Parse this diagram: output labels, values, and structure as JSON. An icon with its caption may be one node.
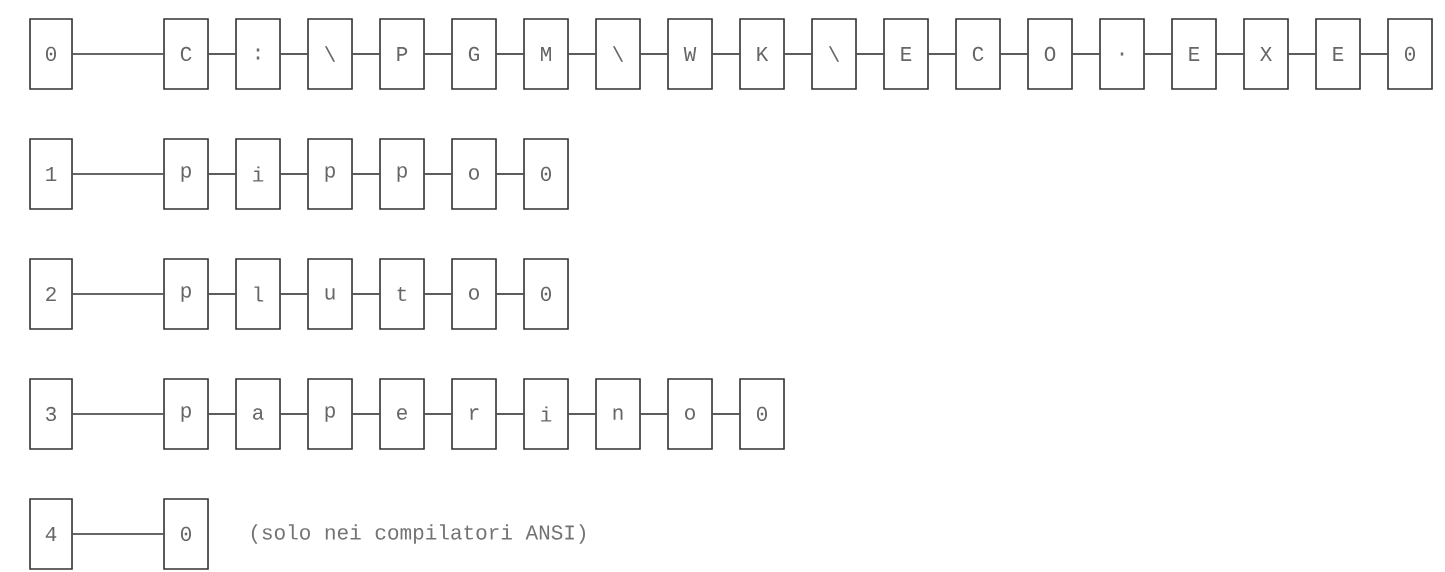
{
  "diagram": {
    "nodes": [
      {
        "text": [
          "0"
        ]
      },
      {
        "text": [
          "C"
        ]
      },
      {
        "text": [
          ":"
        ]
      },
      {
        "text": [
          "\\"
        ]
      },
      {
        "text": [
          "P"
        ]
      },
      {
        "text": [
          "G"
        ]
      },
      {
        "text": [
          "M"
        ]
      },
      {
        "text": [
          "\\"
        ]
      },
      {
        "text": [
          "W"
        ]
      },
      {
        "text": [
          "K"
        ]
      },
      {
        "text": [
          "\\"
        ]
      },
      {
        "text": [
          "E"
        ]
      },
      {
        "text": [
          "C"
        ]
      },
      {
        "text": [
          "O"
        ]
      },
      {
        "text": [
          "."
        ]
      },
      {
        "text": [
          "E"
        ]
      },
      {
        "text": [
          "X"
        ]
      },
      {
        "text": [
          "E"
        ]
      },
      {
        "text": [
          "0"
        ]
      },
      {
        "text": [
          "1"
        ]
      },
      {
        "text": [
          "p"
        ]
      },
      {
        "text": [
          "i"
        ]
      },
      {
        "text": [
          "p"
        ]
      },
      {
        "text": [
          "p"
        ]
      },
      {
        "text": [
          "o"
        ]
      },
      {
        "text": [
          "0"
        ]
      },
      {
        "text": [
          "2"
        ]
      },
      {
        "text": [
          "p"
        ]
      },
      {
        "text": [
          "l"
        ]
      },
      {
        "text": [
          "u"
        ]
      },
      {
        "text": [
          "t"
        ]
      },
      {
        "text": [
          "o"
        ]
      },
      {
        "text": [
          "0"
        ]
      },
      {
        "text": [
          "3"
        ]
      },
      {
        "text": [
          "p"
        ]
      },
      {
        "text": [
          "a"
        ]
      },
      {
        "text": [
          "p"
        ]
      },
      {
        "text": [
          "e"
        ]
      },
      {
        "text": [
          "r"
        ]
      },
      {
        "text": [
          "i"
        ]
      },
      {
        "text": [
          "n"
        ]
      },
      {
        "text": [
          "o"
        ]
      },
      {
        "text": [
          "0"
        ]
      },
      {
        "text": [
          "4"
        ]
      },
      {
        "text": [
          "0"
        ],
        "beside": [
          "(solo nei compilatori ANSI)"
        ]
      }
    ],
    "edges": [
      {
        "from": 0,
        "to": 1,
        "arrow": "none"
      },
      {
        "from": 1,
        "to": 2,
        "arrow": "none"
      },
      {
        "from": 2,
        "to": 3,
        "arrow": "none"
      },
      {
        "from": 3,
        "to": 4,
        "arrow": "none"
      },
      {
        "from": 4,
        "to": 5,
        "arrow": "none"
      },
      {
        "from": 5,
        "to": 6,
        "arrow": "none"
      },
      {
        "from": 6,
        "to": 7,
        "arrow": "none"
      },
      {
        "from": 7,
        "to": 8,
        "arrow": "none"
      },
      {
        "from": 8,
        "to": 9,
        "arrow": "none"
      },
      {
        "from": 9,
        "to": 10,
        "arrow": "none"
      },
      {
        "from": 10,
        "to": 11,
        "arrow": "none"
      },
      {
        "from": 11,
        "to": 12,
        "arrow": "none"
      },
      {
        "from": 12,
        "to": 13,
        "arrow": "none"
      },
      {
        "from": 13,
        "to": 14,
        "arrow": "none"
      },
      {
        "from": 14,
        "to": 15,
        "arrow": "none"
      },
      {
        "from": 15,
        "to": 16,
        "arrow": "none"
      },
      {
        "from": 16,
        "to": 17,
        "arrow": "none"
      },
      {
        "from": 17,
        "to": 18,
        "arrow": "none"
      },
      {
        "from": 19,
        "to": 20,
        "arrow": "none"
      },
      {
        "from": 20,
        "to": 21,
        "arrow": "none"
      },
      {
        "from": 21,
        "to": 22,
        "arrow": "none"
      },
      {
        "from": 22,
        "to": 23,
        "arrow": "none"
      },
      {
        "from": 23,
        "to": 24,
        "arrow": "none"
      },
      {
        "from": 24,
        "to": 25,
        "arrow": "none"
      },
      {
        "from": 26,
        "to": 27,
        "arrow": "none"
      },
      {
        "from": 27,
        "to": 28,
        "arrow": "none"
      },
      {
        "from": 28,
        "to": 29,
        "arrow": "none"
      },
      {
        "from": 29,
        "to": 30,
        "arrow": "none"
      },
      {
        "from": 30,
        "to": 31,
        "arrow": "none"
      },
      {
        "from": 31,
        "to": 32,
        "arrow": "none"
      },
      {
        "from": 33,
        "to": 34,
        "arrow": "none"
      },
      {
        "from": 34,
        "to": 35,
        "arrow": "none"
      },
      {
        "from": 35,
        "to": 36,
        "arrow": "none"
      },
      {
        "from": 36,
        "to": 37,
        "arrow": "none"
      },
      {
        "from": 37,
        "to": 38,
        "arrow": "none"
      },
      {
        "from": 38,
        "to": 39,
        "arrow": "none"
      },
      {
        "from": 39,
        "to": 40,
        "arrow": "none"
      },
      {
        "from": 40,
        "to": 41,
        "arrow": "none"
      },
      {
        "from": 41,
        "to": 42,
        "arrow": "none"
      },
      {
        "from": 43,
        "to": 44,
        "arrow": "none"
      }
    ]
  }
}
